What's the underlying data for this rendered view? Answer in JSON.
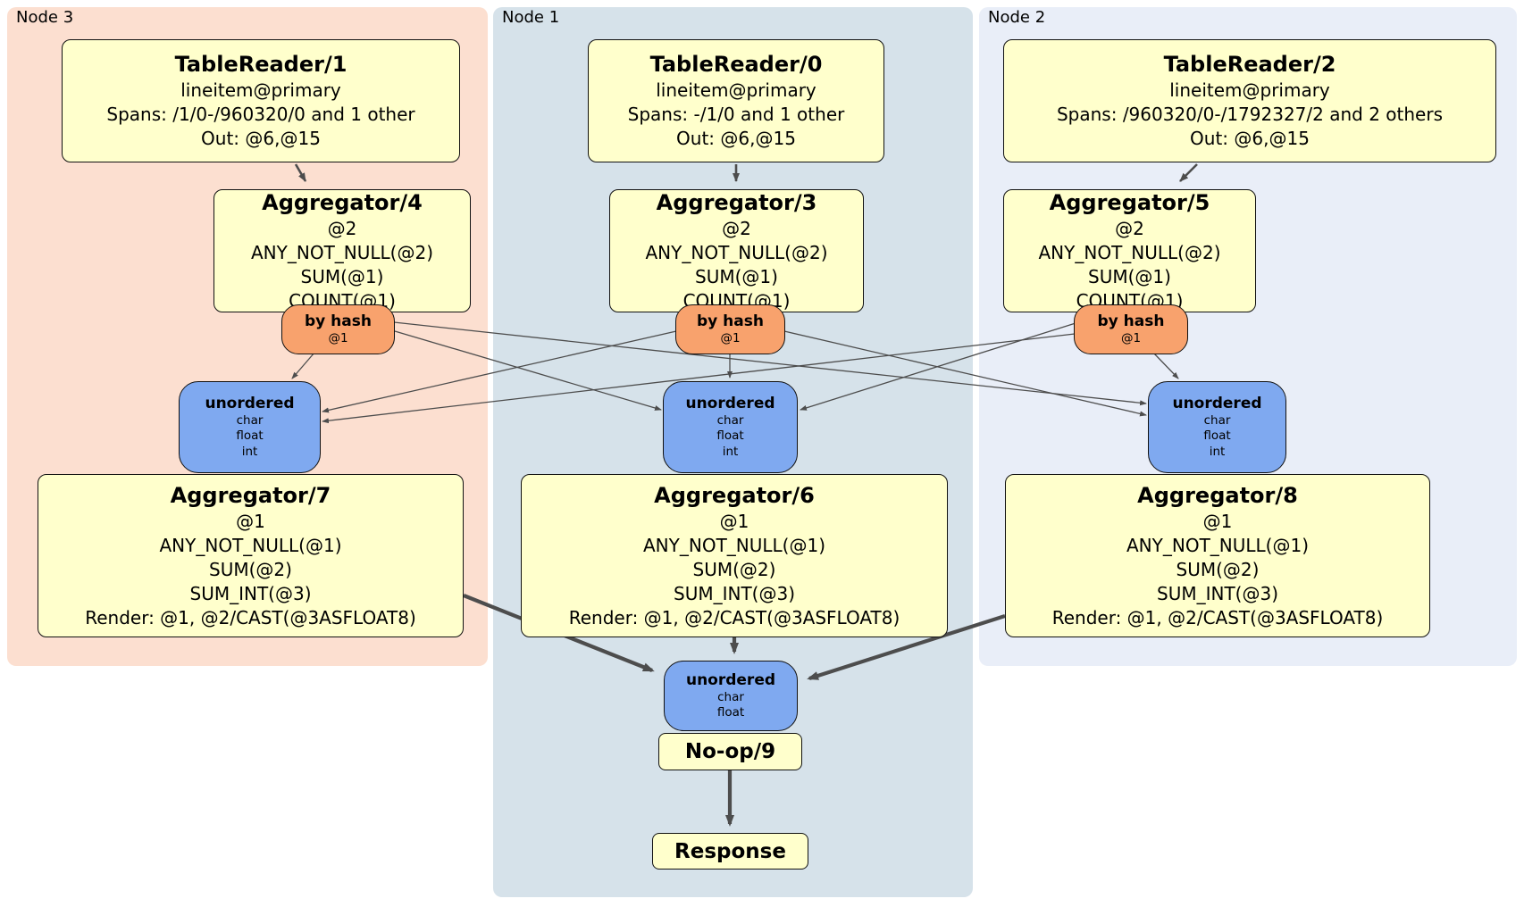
{
  "panels": [
    {
      "label": "Node 3"
    },
    {
      "label": "Node 1"
    },
    {
      "label": "Node 2"
    }
  ],
  "processors": {
    "tr1": {
      "title": "TableReader/1",
      "lines": [
        "lineitem@primary",
        "Spans: /1/0-/960320/0 and 1 other",
        "Out: @6,@15"
      ]
    },
    "tr0": {
      "title": "TableReader/0",
      "lines": [
        "lineitem@primary",
        "Spans: -/1/0 and 1 other",
        "Out: @6,@15"
      ]
    },
    "tr2": {
      "title": "TableReader/2",
      "lines": [
        "lineitem@primary",
        "Spans: /960320/0-/1792327/2 and 2 others",
        "Out: @6,@15"
      ]
    },
    "agg4": {
      "title": "Aggregator/4",
      "lines": [
        "@2",
        "ANY_NOT_NULL(@2)",
        "SUM(@1)",
        "COUNT(@1)"
      ]
    },
    "agg3": {
      "title": "Aggregator/3",
      "lines": [
        "@2",
        "ANY_NOT_NULL(@2)",
        "SUM(@1)",
        "COUNT(@1)"
      ]
    },
    "agg5": {
      "title": "Aggregator/5",
      "lines": [
        "@2",
        "ANY_NOT_NULL(@2)",
        "SUM(@1)",
        "COUNT(@1)"
      ]
    },
    "agg7": {
      "title": "Aggregator/7",
      "lines": [
        "@1",
        "ANY_NOT_NULL(@1)",
        "SUM(@2)",
        "SUM_INT(@3)",
        "Render: @1, @2/CAST(@3ASFLOAT8)"
      ]
    },
    "agg6": {
      "title": "Aggregator/6",
      "lines": [
        "@1",
        "ANY_NOT_NULL(@1)",
        "SUM(@2)",
        "SUM_INT(@3)",
        "Render: @1, @2/CAST(@3ASFLOAT8)"
      ]
    },
    "agg8": {
      "title": "Aggregator/8",
      "lines": [
        "@1",
        "ANY_NOT_NULL(@1)",
        "SUM(@2)",
        "SUM_INT(@3)",
        "Render: @1, @2/CAST(@3ASFLOAT8)"
      ]
    },
    "noop": {
      "title": "No-op/9"
    },
    "response": {
      "title": "Response"
    }
  },
  "router": {
    "title": "by hash",
    "detail": "@1"
  },
  "sync": {
    "title": "unordered",
    "full_items": [
      "char",
      "float",
      "int"
    ],
    "final_items": [
      "char",
      "float"
    ]
  },
  "colors": {
    "node3_panel": "#fcdfd0",
    "node1_panel": "#d6e2ea",
    "node2_panel": "#e9eef8",
    "processor_fill": "#ffffcc",
    "router_fill": "#f8a26d",
    "sync_fill": "#7fa9f0",
    "edge": "#4d4d4d"
  }
}
